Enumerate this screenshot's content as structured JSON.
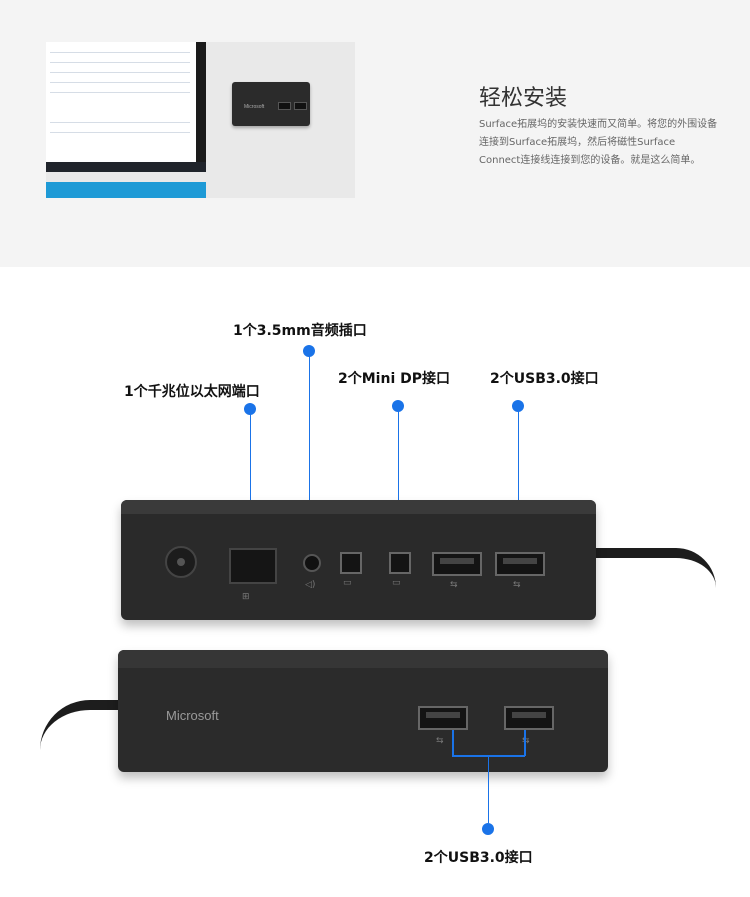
{
  "setup": {
    "title": "轻松安装",
    "description": "Surface拓展坞的安装快速而又简单。将您的外围设备连接到Surface拓展坞，然后将磁性Surface Connect连接线连接到您的设备。就是这么简单。",
    "dock_logo": "Microsoft"
  },
  "callouts": {
    "audio": "1个3.5mm音频插口",
    "ethernet": "1个千兆位以太网端口",
    "minidp": "2个Mini DP接口",
    "usb_back": "2个USB3.0接口",
    "usb_front": "2个USB3.0接口"
  },
  "dock_front": {
    "logo": "Microsoft"
  },
  "icons": {
    "ethernet": "network-icon",
    "audio": "speaker-icon",
    "minidp": "display-port-icon",
    "usb": "usb-icon"
  },
  "colors": {
    "accent": "#1a73e8",
    "dock": "#2a2a2a",
    "keyboard": "#1e9ad6"
  }
}
